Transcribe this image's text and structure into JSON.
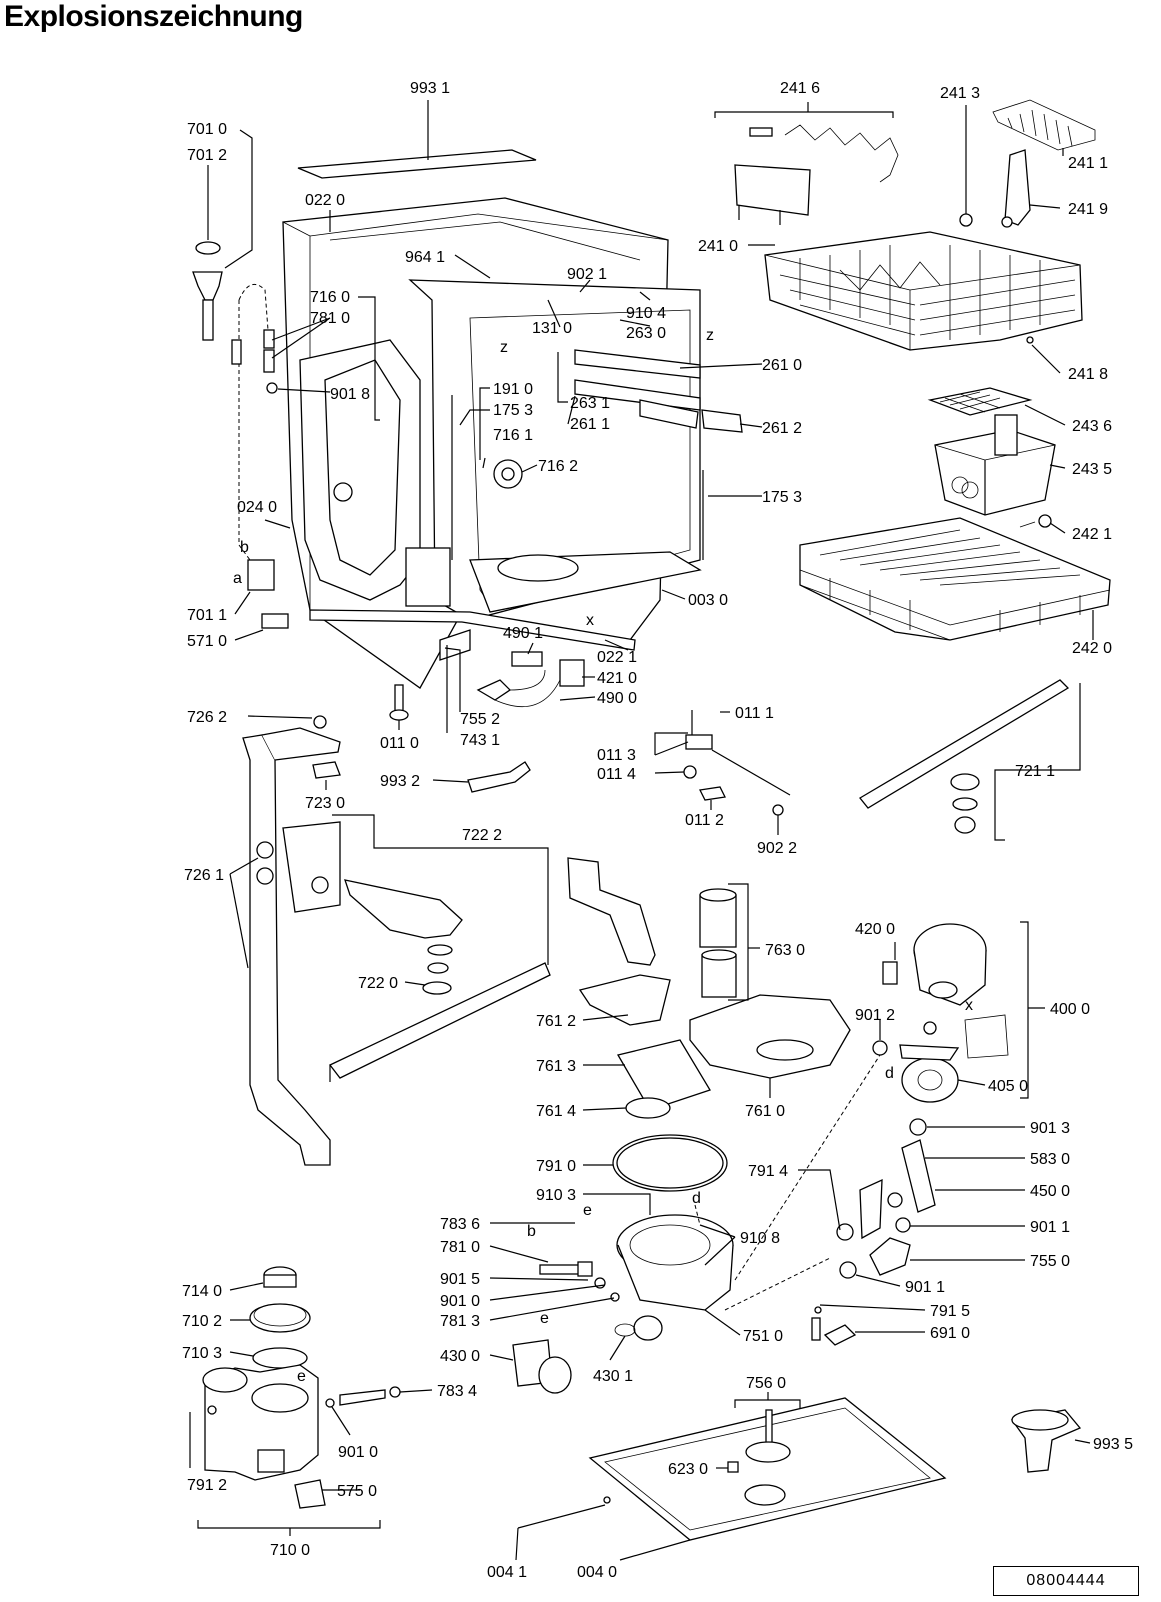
{
  "title": "Explosionszeichnung",
  "doc_number": "08004444",
  "part_labels": [
    "993 1",
    "701 0",
    "701 2",
    "022 0",
    "964 1",
    "902 1",
    "910 4",
    "263 0",
    "131 0",
    "716 0",
    "781 0",
    "901 8",
    "191 0",
    "175 3",
    "263 1",
    "261 1",
    "716 1",
    "716 2",
    "261 0",
    "261 2",
    "175 3",
    "024 0",
    "701 1",
    "571 0",
    "003 0",
    "022 1",
    "490 1",
    "421 0",
    "490 0",
    "755 2",
    "743 1",
    "011 0",
    "241 6",
    "241 3",
    "241 1",
    "241 9",
    "241 0",
    "241 8",
    "243 6",
    "243 5",
    "242 1",
    "242 0",
    "011 1",
    "011 3",
    "011 4",
    "011 2",
    "902 2",
    "721 1",
    "726 2",
    "723 0",
    "993 2",
    "722 2",
    "726 1",
    "722 0",
    "763 0",
    "761 2",
    "761 3",
    "761 4",
    "761 0",
    "420 0",
    "400 0",
    "901 2",
    "405 0",
    "901 3",
    "583 0",
    "450 0",
    "901 1",
    "755 0",
    "901 1",
    "791 5",
    "691 0",
    "791 0",
    "791 4",
    "910 3",
    "783 6",
    "781 0",
    "910 8",
    "901 5",
    "901 0",
    "781 3",
    "751 0",
    "430 0",
    "430 1",
    "714 0",
    "710 2",
    "710 3",
    "783 4",
    "901 0",
    "791 2",
    "575 0",
    "710 0",
    "756 0",
    "623 0",
    "004 1",
    "004 0",
    "993 5"
  ],
  "callout_letters": [
    "z",
    "z",
    "b",
    "a",
    "x",
    "e",
    "d",
    "b",
    "e",
    "d",
    "x",
    "e"
  ]
}
